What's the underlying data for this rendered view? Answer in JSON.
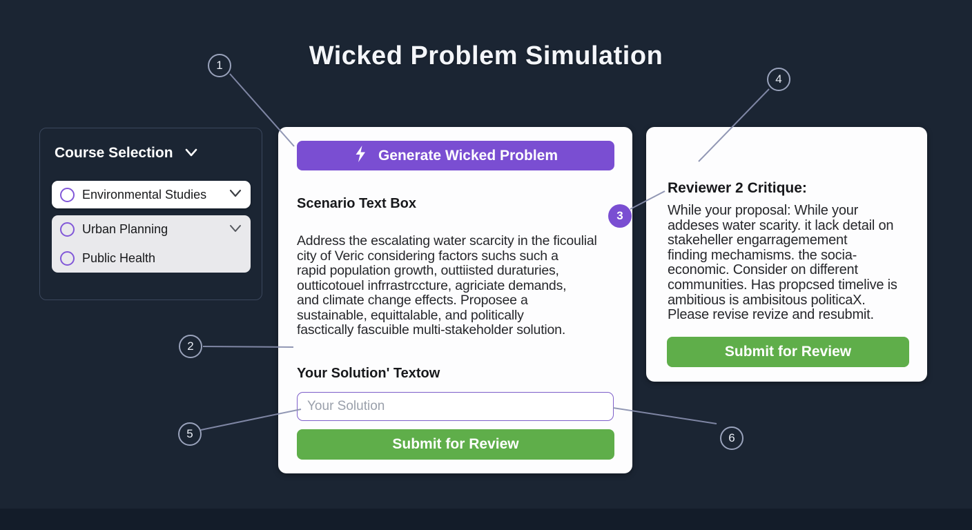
{
  "title": "Wicked Problem Simulation",
  "course_panel": {
    "title": "Course Selection",
    "options": [
      {
        "label": "Environmental Studies"
      },
      {
        "label": "Urban Planning"
      },
      {
        "label": "Public Health"
      }
    ]
  },
  "scenario_panel": {
    "generate_button": "Generate Wicked Problem",
    "scenario_heading": "Scenario Text Box",
    "scenario_text": "Address the escalating water scarcity in the ficoulial\ncity of Veric considering factors suchs such a\nrapid population growth, outtiisted duraturies,\noutticotouel infrrastrccture, agriciate demands,\nand climate change effects. Proposee a\nsustainable, equittalable, and politically\nfasctically fascuible multi-stakeholder solution.",
    "solution_heading": "Your Solution' Textow",
    "solution_placeholder": "Your Solution",
    "submit_button": "Submit for Review"
  },
  "review_panel": {
    "heading": "Reviewer 2 Critique:",
    "critique_text": "While your proposal: While your\naddeses water scarity. it lack detail on\nstakeheller engarragemement\nfinding mechamisms. the socia-\neconomic. Consider on different\ncommunities. Has propcsed timelive is\nambitious is ambisitous politicaX.\nPlease revise revize and resubmit.",
    "submit_button": "Submit for Review"
  },
  "annotations": [
    {
      "label": "1"
    },
    {
      "label": "2"
    },
    {
      "label": "3"
    },
    {
      "label": "4"
    },
    {
      "label": "5"
    },
    {
      "label": "6"
    }
  ],
  "icons": {
    "generate_button_icon": "lightning-bolt",
    "dropdown_icon": "chevron-down",
    "option_icon": "radio-circle"
  },
  "colors": {
    "background": "#1b2533",
    "footer_strip": "#131c29",
    "card": "#fdfdfe",
    "accent_purple": "#7a4ed2",
    "accent_green": "#5fae4a",
    "input_border": "#7d5ec9",
    "annotation_line": "#888fae"
  }
}
